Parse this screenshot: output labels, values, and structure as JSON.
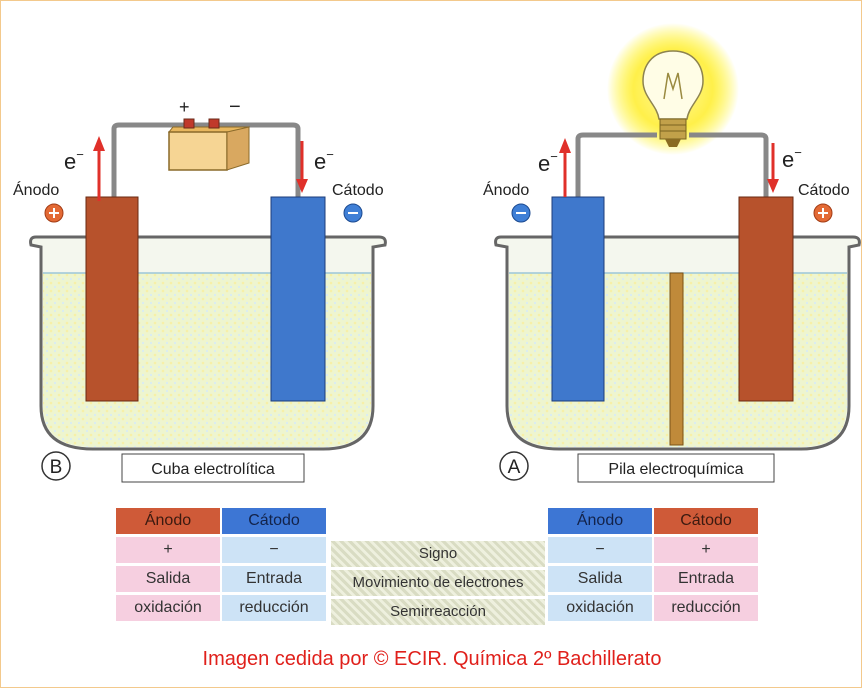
{
  "left": {
    "letter": "B",
    "caption": "Cuba electrolítica",
    "anode_label": "Ánodo",
    "cathode_label": "Cátodo",
    "battery_plus": "+",
    "battery_minus": "−"
  },
  "right": {
    "letter": "A",
    "caption": "Pila electroquímica",
    "anode_label": "Ánodo",
    "cathode_label": "Cátodo"
  },
  "electron": {
    "base": "e",
    "sup": "−"
  },
  "table": {
    "left": {
      "headers": [
        "Ánodo",
        "Cátodo"
      ],
      "rows": [
        [
          "+",
          "−"
        ],
        [
          "Salida",
          "Entrada"
        ],
        [
          "oxidación",
          "reducción"
        ]
      ]
    },
    "middle": [
      "Signo",
      "Movimiento de electrones",
      "Semirreacción"
    ],
    "right": {
      "headers": [
        "Ánodo",
        "Cátodo"
      ],
      "rows": [
        [
          "−",
          "+"
        ],
        [
          "Salida",
          "Entrada"
        ],
        [
          "oxidación",
          "reducción"
        ]
      ]
    }
  },
  "credit": "Imagen cedida por © ECIR. Química 2º Bachillerato",
  "colors": {
    "copper": "#b7522c",
    "zinc_blue": "#3f78cc",
    "ion_red": "#e36a35",
    "ion_blue": "#3f7fd6",
    "arrow_red": "#e0302a",
    "credit_red": "#e0201b"
  }
}
